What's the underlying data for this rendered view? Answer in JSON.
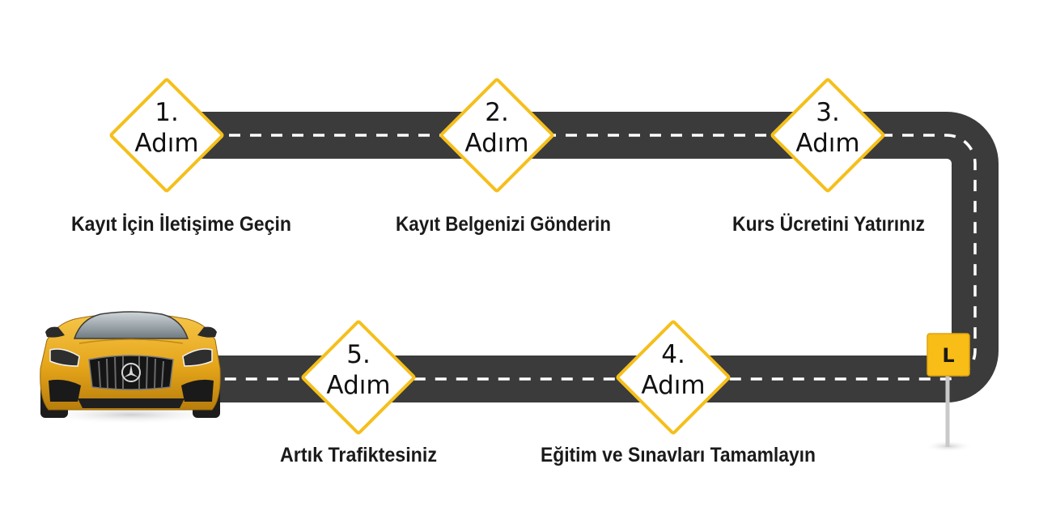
{
  "steps": [
    {
      "number": "1.",
      "word": "Adım",
      "title": "Kayıt İçin İletişime Geçin"
    },
    {
      "number": "2.",
      "word": "Adım",
      "title": "Kayıt Belgenizi Gönderin"
    },
    {
      "number": "3.",
      "word": "Adım",
      "title": "Kurs Ücretini Yatırınız"
    },
    {
      "number": "4.",
      "word": "Adım",
      "title": "Eğitim ve Sınavları Tamamlayın"
    },
    {
      "number": "5.",
      "word": "Adım",
      "title": "Artık Trafiktesiniz"
    }
  ],
  "learner_sign": {
    "letter": "L"
  },
  "colors": {
    "road": "#3b3b3b",
    "road_marking": "#ffffff",
    "sign_border": "#f5bf1b",
    "sign_fill": "#ffffff",
    "car_body": "#e8a91a",
    "learner_sign": "#f8bd16"
  },
  "icons": {
    "car": "sports-car-icon",
    "learner": "learner-plate-sign-icon"
  }
}
